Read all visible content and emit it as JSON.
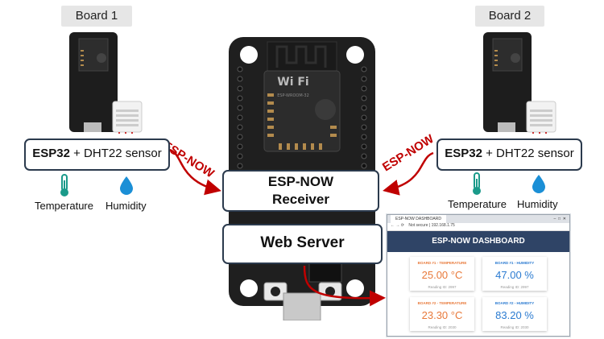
{
  "board1_label": "Board 1",
  "board2_label": "Board 2",
  "sensor_box_bold": "ESP32",
  "sensor_box_rest": " + DHT22 sensor",
  "temperature_label": "Temperature",
  "humidity_label": "Humidity",
  "espnow_label": "ESP-NOW",
  "receiver_line1": "ESP-NOW",
  "receiver_line2": "Receiver",
  "webserver_label": "Web Server",
  "wifi_text": "Wi Fi",
  "module_text": "ESP-WROOM-32",
  "dashboard": {
    "tab_title": "ESP-NOW DASHBOARD",
    "address": "Not secure | 192.168.1.75",
    "title": "ESP-NOW DASHBOARD",
    "cards": [
      {
        "title": "BOARD #1 - TEMPERATURE",
        "value": "25.00 °C",
        "reading": "Reading ID: 2997",
        "color": "#e8793a"
      },
      {
        "title": "BOARD #1 - HUMIDITY",
        "value": "47.00 %",
        "reading": "Reading ID: 2997",
        "color": "#2b7bd1"
      },
      {
        "title": "BOARD #2 - TEMPERATURE",
        "value": "23.30 °C",
        "reading": "Reading ID: 2030",
        "color": "#e8793a"
      },
      {
        "title": "BOARD #2 - HUMIDITY",
        "value": "83.20 %",
        "reading": "Reading ID: 2030",
        "color": "#2b7bd1"
      }
    ]
  },
  "colors": {
    "arrow": "#c00000",
    "box_border": "#2b3a4d",
    "board": "#1e1e1e",
    "icon_teal": "#1a9a8a",
    "icon_blue": "#1b8fd6",
    "header": "#2f4466"
  }
}
